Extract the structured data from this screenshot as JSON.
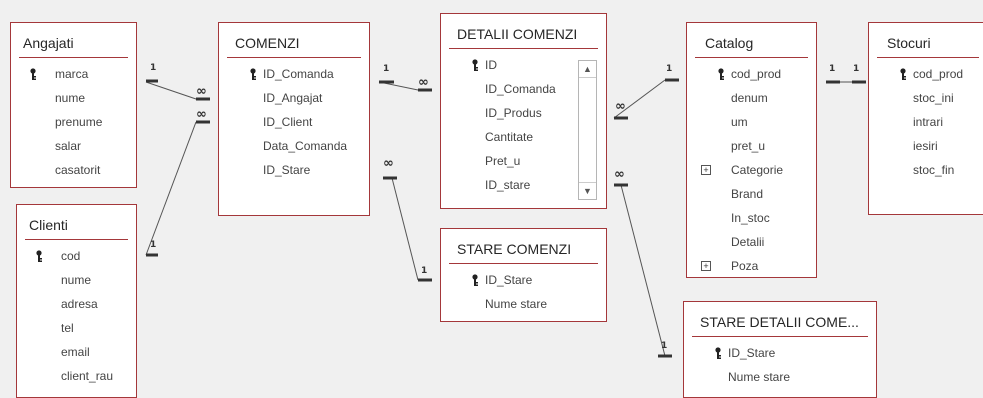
{
  "tables": {
    "angajati": {
      "title": "Angajati",
      "fields": [
        "marca",
        "nume",
        "prenume",
        "salar",
        "casatorit"
      ]
    },
    "clienti": {
      "title": "Clienti",
      "fields": [
        "cod",
        "nume",
        "adresa",
        "tel",
        "email",
        "client_rau"
      ]
    },
    "comenzi": {
      "title": "COMENZI",
      "fields": [
        "ID_Comanda",
        "ID_Angajat",
        "ID_Client",
        "Data_Comanda",
        "ID_Stare"
      ]
    },
    "detalii": {
      "title": "DETALII COMENZI",
      "fields": [
        "ID",
        "ID_Comanda",
        "ID_Produs",
        "Cantitate",
        "Pret_u",
        "ID_stare"
      ]
    },
    "stare_comenzi": {
      "title": "STARE COMENZI",
      "fields": [
        "ID_Stare",
        "Nume stare"
      ]
    },
    "catalog": {
      "title": "Catalog",
      "fields": [
        "cod_prod",
        "denum",
        "um",
        "pret_u",
        "Categorie",
        "Brand",
        "In_stoc",
        "Detalii",
        "Poza"
      ]
    },
    "stocuri": {
      "title": "Stocuri",
      "fields": [
        "cod_prod",
        "stoc_ini",
        "intrari",
        "iesiri",
        "stoc_fin"
      ]
    },
    "stare_detalii": {
      "title": "STARE DETALII COME...",
      "fields": [
        "ID_Stare",
        "Nume stare"
      ]
    }
  },
  "rel": {
    "one": "1",
    "many": "∞"
  },
  "icons": {
    "key": "key-icon",
    "expand": "expand-icon",
    "scroll_up": "scroll-up-icon",
    "scroll_down": "scroll-down-icon"
  },
  "colors": {
    "border": "#a4373a",
    "background": "#f0f0f0",
    "line": "#555555"
  }
}
